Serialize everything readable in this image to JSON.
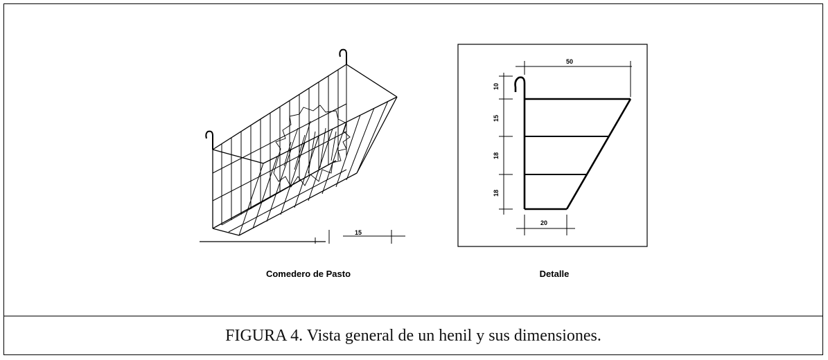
{
  "figure": {
    "caption": "FIGURA 4. Vista general de un henil y sus dimensiones.",
    "left_panel_label": "Comedero de Pasto",
    "right_panel_label": "Detalle"
  },
  "detail_dimensions": {
    "top_width": "50",
    "bottom_width": "20",
    "hook_height": "10",
    "segment_1": "15",
    "segment_2": "18",
    "segment_3": "18"
  },
  "feeder_sketch": {
    "scale_mark": "15"
  }
}
